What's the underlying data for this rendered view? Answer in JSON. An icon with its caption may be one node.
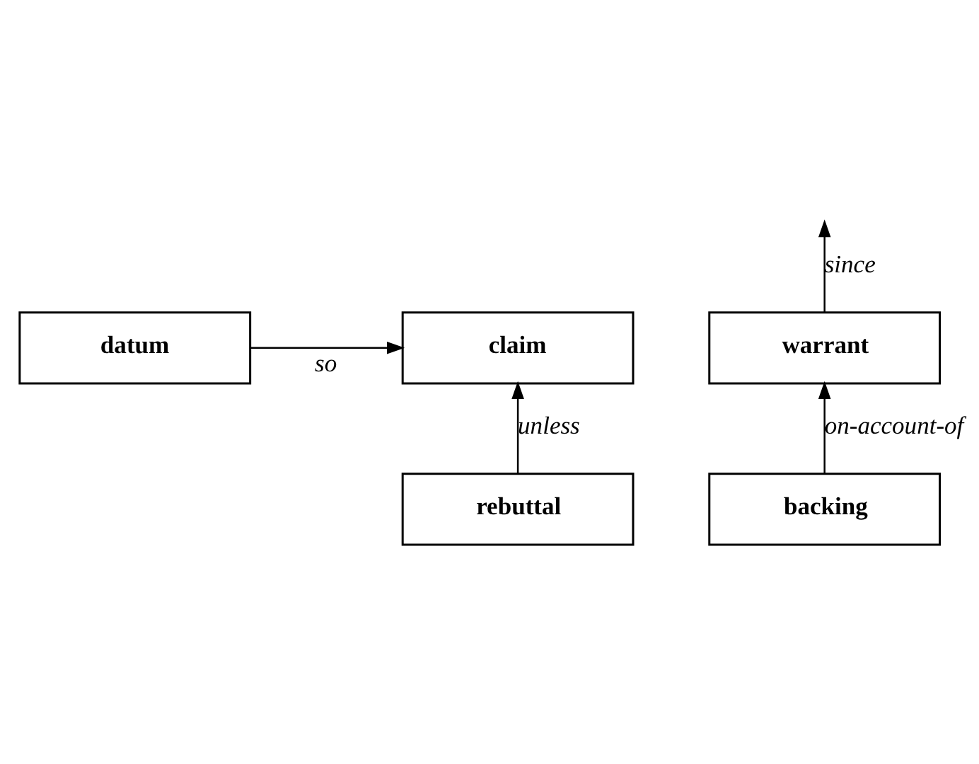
{
  "diagram": {
    "nodes": [
      {
        "text": [
          "datum"
        ]
      },
      {
        "text": [
          "claim"
        ]
      },
      {
        "text": [
          "warrant"
        ]
      },
      {
        "text": [
          "rebuttal"
        ]
      },
      {
        "text": [
          "backing"
        ]
      }
    ],
    "edges": [
      {
        "from": 0,
        "to": 1,
        "arrow": "to",
        "label": "so"
      },
      {
        "from": 2,
        "to": null,
        "arrow": "to",
        "label": "since"
      },
      {
        "from": 3,
        "to": 1,
        "arrow": "to",
        "label": "unless"
      },
      {
        "from": 4,
        "to": 2,
        "arrow": "to",
        "label": "on-account-of"
      }
    ]
  }
}
